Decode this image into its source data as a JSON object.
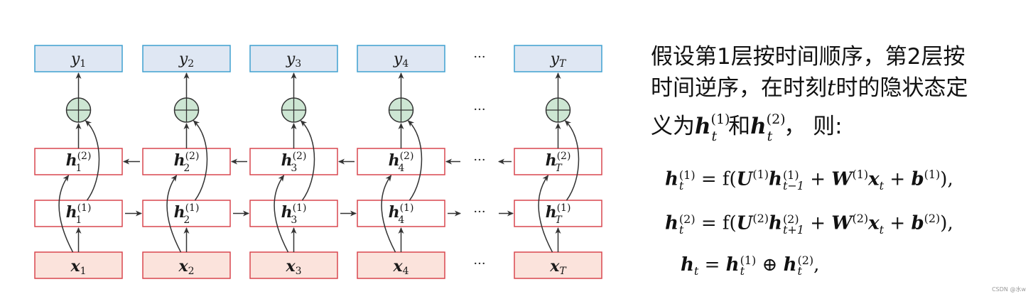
{
  "diagram": {
    "columns": [
      {
        "y": "y",
        "y_sub": "1",
        "h2": "h",
        "h2_sub": "1",
        "h1": "h",
        "h1_sub": "1",
        "x": "x",
        "x_sub": "1"
      },
      {
        "y": "y",
        "y_sub": "2",
        "h2": "h",
        "h2_sub": "2",
        "h1": "h",
        "h1_sub": "2",
        "x": "x",
        "x_sub": "2"
      },
      {
        "y": "y",
        "y_sub": "3",
        "h2": "h",
        "h2_sub": "3",
        "h1": "h",
        "h1_sub": "3",
        "x": "x",
        "x_sub": "3"
      },
      {
        "y": "y",
        "y_sub": "4",
        "h2": "h",
        "h2_sub": "4",
        "h1": "h",
        "h1_sub": "4",
        "x": "x",
        "x_sub": "4"
      },
      {
        "y": "y",
        "y_sub": "T",
        "h2": "h",
        "h2_sub": "T",
        "h1": "h",
        "h1_sub": "T",
        "x": "x",
        "x_sub": "T"
      }
    ],
    "sup_layer1": "(1)",
    "sup_layer2": "(2)",
    "ellipsis": "···",
    "colors": {
      "output_fill": "#dfe7f3",
      "output_stroke": "#3fa0d0",
      "hidden_stroke": "#d9474f",
      "input_fill": "#fbe3dc",
      "input_stroke": "#d9474f",
      "sum_fill": "#cde6d3",
      "sum_stroke": "#333333",
      "arrow": "#333333"
    }
  },
  "description": {
    "line1": "假设第1层按时间顺序，第2层按",
    "line2_a": "时间逆序，在时刻",
    "line2_var": "t",
    "line2_b": "时的隐状态定",
    "line3_a": "义为",
    "line3_h": "h",
    "line3_sub": "t",
    "line3_sup1": "(1)",
    "line3_mid": "和",
    "line3_sup2": "(2)",
    "line3_end": "，  则:"
  },
  "equations": [
    "h_t^(1) = f(U^(1) h_{t-1}^(1) + W^(1) x_t + b^(1)),",
    "h_t^(2) = f(U^(2) h_{t+1}^(2) + W^(2) x_t + b^(2)),",
    "h_t = h_t^(1) ⊕ h_t^(2),"
  ],
  "eq_parts": {
    "eq1": {
      "lhs": "h",
      "lhs_sub": "t",
      "lhs_sup": "(1)",
      "eq": " = f(",
      "U": "U",
      "U_sup": "(1)",
      "h": "h",
      "h_sub": "t−1",
      "h_sup": "(1)",
      "plus1": " + ",
      "W": "W",
      "W_sup": "(1)",
      "x": "x",
      "x_sub": "t",
      "plus2": " + ",
      "b": "b",
      "b_sup": "(1)",
      "end": "),"
    },
    "eq2": {
      "lhs": "h",
      "lhs_sub": "t",
      "lhs_sup": "(2)",
      "eq": " = f(",
      "U": "U",
      "U_sup": "(2)",
      "h": "h",
      "h_sub": "t+1",
      "h_sup": "(2)",
      "plus1": " + ",
      "W": "W",
      "W_sup": "(2)",
      "x": "x",
      "x_sub": "t",
      "plus2": " + ",
      "b": "b",
      "b_sup": "(2)",
      "end": "),"
    },
    "eq3": {
      "lhs": "h",
      "lhs_sub": "t",
      "eq": " = ",
      "h1": "h",
      "h1_sub": "t",
      "h1_sup": "(1)",
      "op": " ⊕ ",
      "h2": "h",
      "h2_sub": "t",
      "h2_sup": "(2)",
      "end": ","
    }
  },
  "watermark": "CSDN @水w"
}
